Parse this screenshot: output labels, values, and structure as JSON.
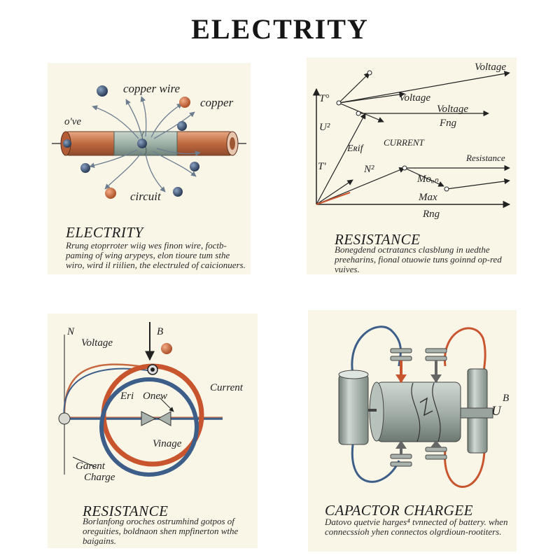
{
  "page": {
    "title": "ELECTRITY"
  },
  "panels": {
    "top_left": {
      "labels": {
        "copper_wire": "copper wire",
        "copper": "copper",
        "oye": "o've",
        "circuit": "circuit"
      },
      "heading": "ELECTRITY",
      "caption": "Rrung etoprroter wiig wes finon wire, foctb-paming of wing arypeys, elon tioure tum sthe wiro, wird il riilien, the electruled of caicionuers."
    },
    "top_right": {
      "labels": {
        "voltage_top": "Voltage",
        "t_degree": "T°",
        "voltage_mid": "Voltage",
        "voltage_low": "Voltage",
        "fng": "Fng",
        "u2": "U²",
        "erf": "Eʀif",
        "current": "CURRENT",
        "t_prime": "T'",
        "n2": "N²",
        "resistance": "Resistance",
        "mou": "Moᵤₙ",
        "max": "Max",
        "rng": "Rng"
      },
      "heading": "RESISTANCE",
      "caption": "Bonegdend octratancs clasblung in uedthe preeharins, fional otuowie tuns goinnd op-red vuives."
    },
    "bottom_left": {
      "labels": {
        "n": "N",
        "b": "B",
        "voltage": "Voltage",
        "current": "Current",
        "eri": "Eri",
        "onew": "Onew",
        "vinage": "Vinage",
        "garent": "Garent",
        "charge": "Charge"
      },
      "heading": "RESISTANCE",
      "caption": "Borlanfong oroches ostrumhind gotpos of oreguities, boldnaon shen mpfinerton wthe baigains."
    },
    "bottom_right": {
      "labels": {
        "b": "B",
        "u": "U"
      },
      "heading": "CAPACTOR CHARGEE",
      "caption": "Datovo quetvie harges⁴ tvnnected of battery. when connecssioh yhen connectos olgrdioun-rootiters."
    }
  },
  "colors": {
    "panel_bg": "#f9f6e8",
    "copper": "#c86a40",
    "steel_blue": "#3d5e88",
    "metal": "#a9b2ad",
    "ink": "#222222"
  }
}
